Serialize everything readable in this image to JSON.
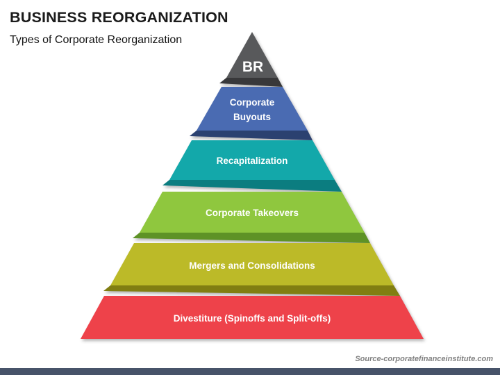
{
  "slide": {
    "title": "BUSINESS REORGANIZATION",
    "subtitle": "Types of Corporate Reorganization",
    "source": "Source-corporatefinanceinstitute.com",
    "background_color": "#ffffff",
    "footer_bar_color": "#475369",
    "title_color": "#1b1b1b",
    "subtitle_color": "#141414",
    "source_color": "#7f7f7f"
  },
  "pyramid": {
    "label_text_color": "#ffffff",
    "top": {
      "label": "BR",
      "color": "#58595b",
      "fold_color": "#38383a"
    },
    "levels": [
      {
        "lines": [
          "Corporate",
          "Buyouts"
        ],
        "color": "#4a6bb2",
        "fold_color": "#2b4170"
      },
      {
        "lines": [
          "Recapitalization"
        ],
        "color": "#13a8aa",
        "fold_color": "#0b7d80"
      },
      {
        "lines": [
          "Corporate Takeovers"
        ],
        "color": "#8fc73e",
        "fold_color": "#5e9226"
      },
      {
        "lines": [
          "Mergers and Consolidations"
        ],
        "color": "#bcba28",
        "fold_color": "#817e12"
      },
      {
        "lines": [
          "Divestiture (Spinoffs and Split-offs)"
        ],
        "color": "#ee424a"
      }
    ]
  }
}
